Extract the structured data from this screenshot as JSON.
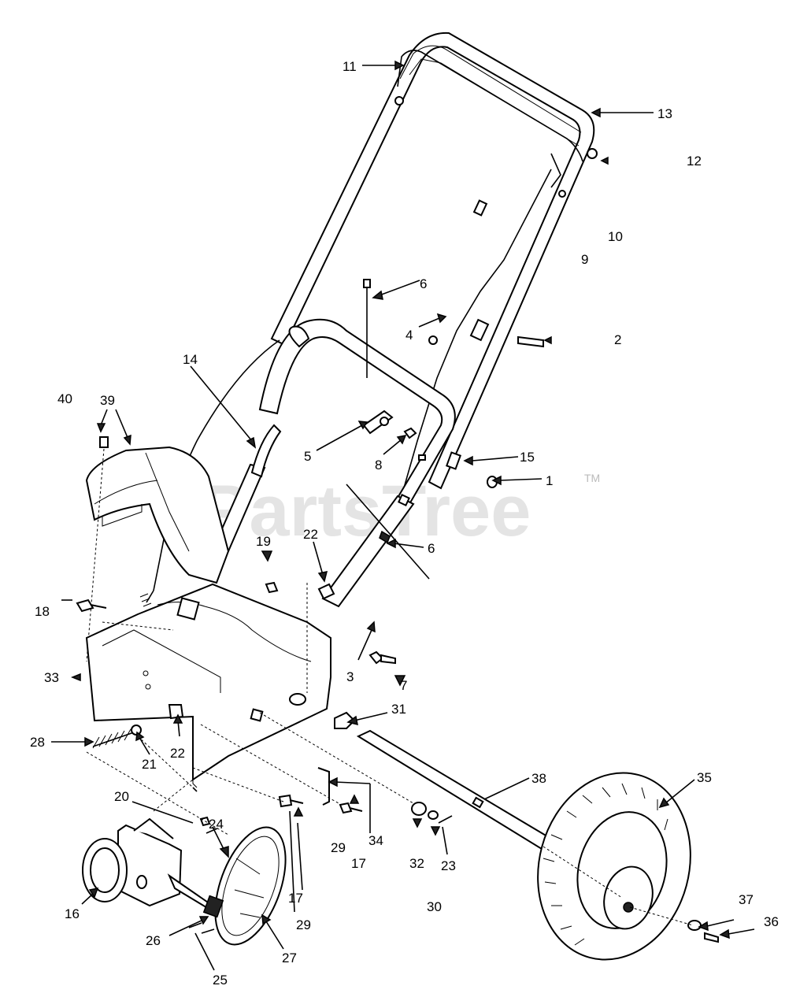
{
  "watermark": {
    "text": "PartsTree",
    "trademark": "TM"
  },
  "labels": {
    "l1": "1",
    "l2": "2",
    "l3": "3",
    "l4": "4",
    "l5": "5",
    "l6a": "6",
    "l6b": "6",
    "l7": "7",
    "l8": "8",
    "l9": "9",
    "l10": "10",
    "l11": "11",
    "l12": "12",
    "l13": "13",
    "l14": "14",
    "l15": "15",
    "l16": "16",
    "l17a": "17",
    "l17b": "17",
    "l18": "18",
    "l19": "19",
    "l20": "20",
    "l21": "21",
    "l22a": "22",
    "l22b": "22",
    "l23": "23",
    "l24": "24",
    "l25": "25",
    "l26": "26",
    "l27": "27",
    "l28": "28",
    "l29a": "29",
    "l29b": "29",
    "l30": "30",
    "l31": "31",
    "l32": "32",
    "l33": "33",
    "l34": "34",
    "l35": "35",
    "l36": "36",
    "l37": "37",
    "l38": "38",
    "l39": "39",
    "l40": "40"
  }
}
